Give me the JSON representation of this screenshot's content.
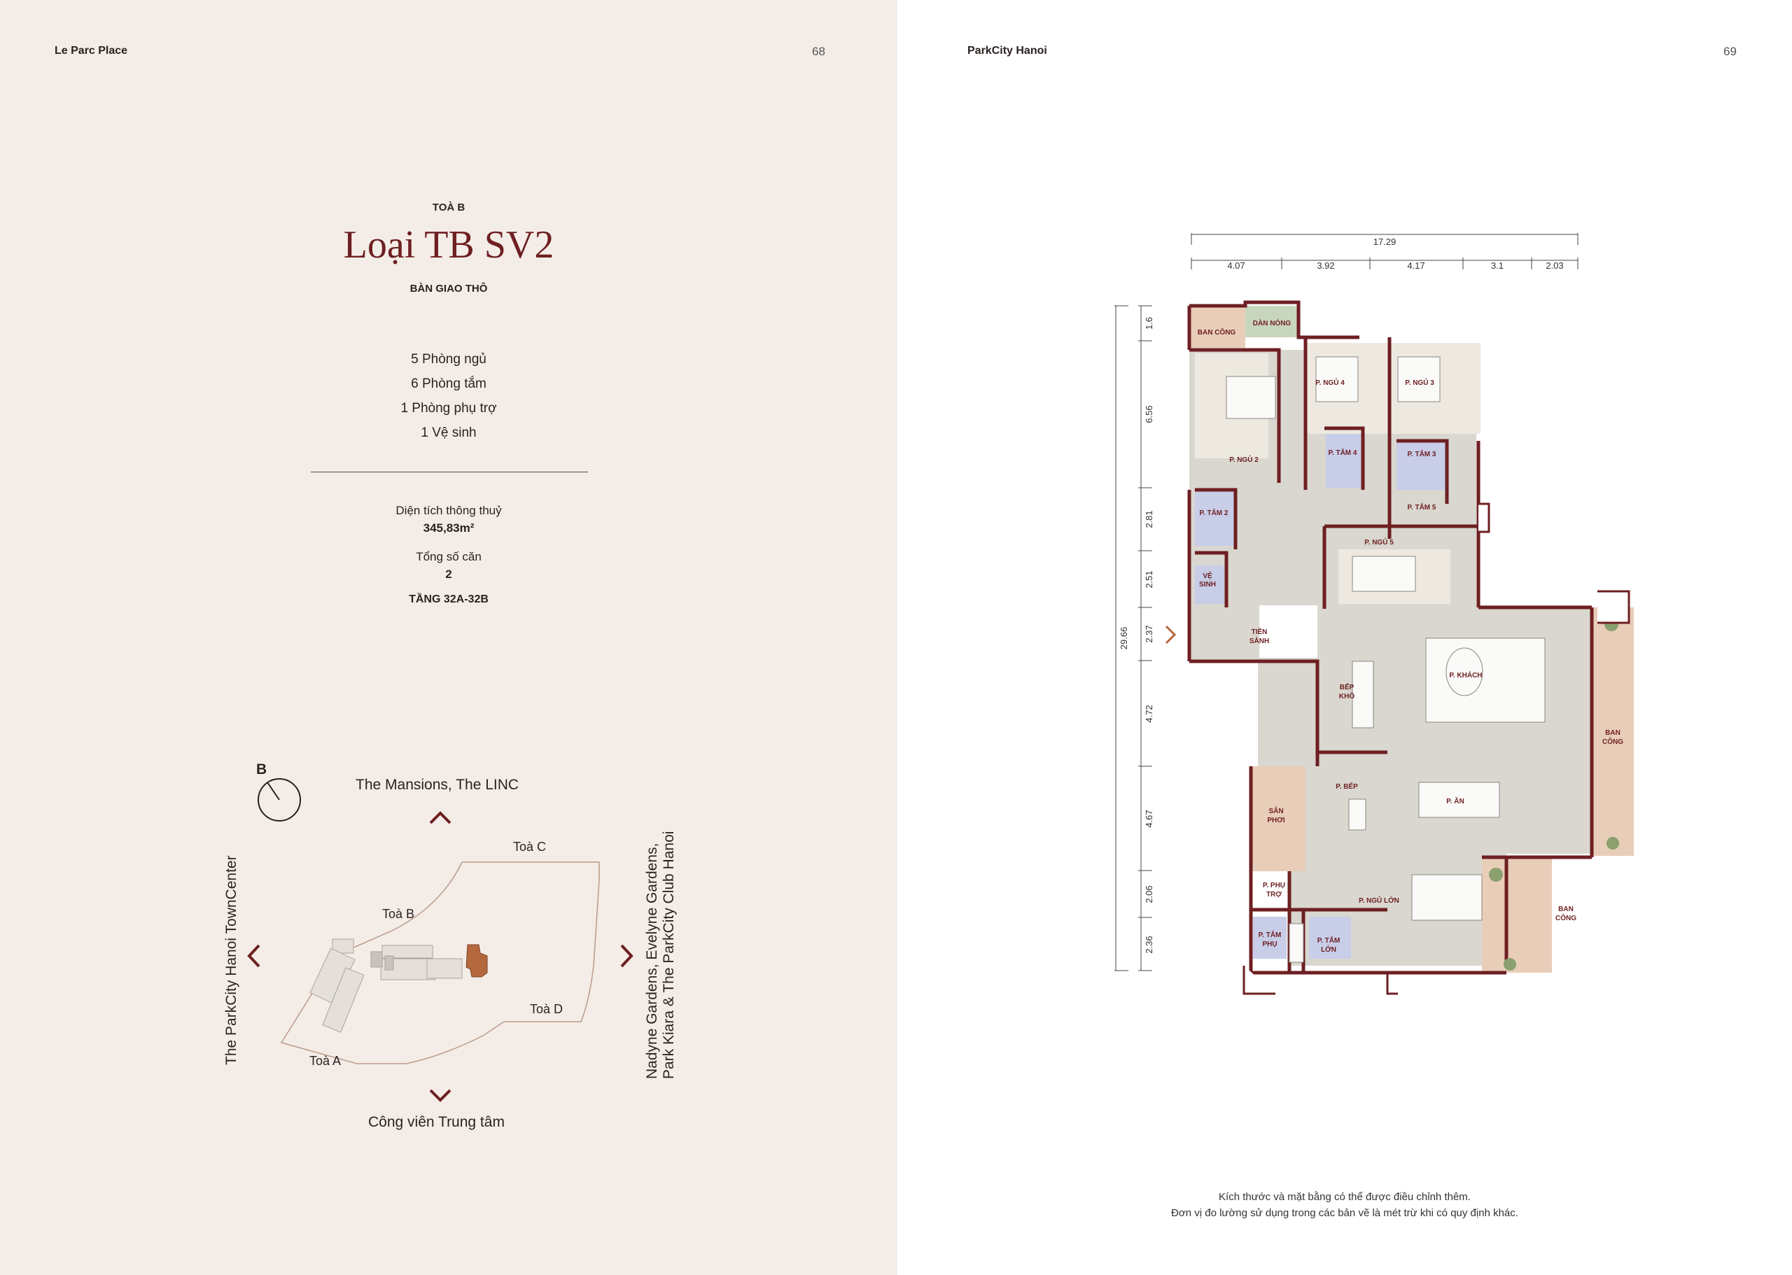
{
  "left_page": {
    "header": "Le Parc Place",
    "page_number": "68",
    "building": "TOÀ B",
    "unit_title": "Loại TB SV2",
    "handover": "BÀN GIAO THÔ",
    "features": [
      "5 Phòng ngủ",
      "6 Phòng tắm",
      "1 Phòng phụ trợ",
      "1 Vệ sinh"
    ],
    "area_label": "Diện tích thông thuỷ",
    "area_value": "345,83m²",
    "units_label": "Tổng số căn",
    "units_value": "2",
    "floors": "TẦNG 32A-32B",
    "site_plan": {
      "compass_label": "B",
      "north": "The Mansions, The LINC",
      "south": "Công viên Trung tâm",
      "west": "The ParkCity Hanoi TownCenter",
      "east_line1": "Nadyne Gardens, Evelyne Gardens,",
      "east_line2": "Park Kiara & The ParkCity Club Hanoi",
      "tower_a": "Toà A",
      "tower_b": "Toà B",
      "tower_c": "Toà C",
      "tower_d": "Toà D"
    }
  },
  "right_page": {
    "header": "ParkCity Hanoi",
    "page_number": "69",
    "dims_total_width": "17.29",
    "dims_top": [
      "4.07",
      "3.92",
      "4.17",
      "3.1",
      "2.03"
    ],
    "dims_total_height": "29.66",
    "dims_side": [
      "1.6",
      "6.56",
      "2.81",
      "2.51",
      "2.37",
      "4.72",
      "4.67",
      "2.06",
      "2.36"
    ],
    "rooms": {
      "ban_cong_1": "BAN CÔNG",
      "dan_nong": "DÀN NÓNG",
      "p_ngu_4": "P. NGỦ 4",
      "p_ngu_3": "P. NGỦ 3",
      "p_ngu_2": "P. NGỦ 2",
      "p_tam_4": "P. TẮM 4",
      "p_tam_3": "P. TẮM 3",
      "p_tam_5": "P. TẮM 5",
      "p_tam_2": "P. TẮM 2",
      "p_ngu_5": "P. NGỦ 5",
      "ve_sinh_1": "VỆ",
      "ve_sinh_2": "SINH",
      "tien_sanh_1": "TIỀN",
      "tien_sanh_2": "SẢNH",
      "bep_kho_1": "BẾP",
      "bep_kho_2": "KHÔ",
      "p_khach": "P. KHÁCH",
      "ban_cong_2a": "BAN",
      "ban_cong_2b": "CÔNG",
      "p_bep": "P. BẾP",
      "san_phoi_1": "SÂN",
      "san_phoi_2": "PHƠI",
      "p_an": "P. ĂN",
      "p_phu_tro_1": "P. PHỤ",
      "p_phu_tro_2": "TRỢ",
      "p_ngu_lon": "P. NGỦ LỚN",
      "ban_cong_3a": "BAN",
      "ban_cong_3b": "CÔNG",
      "p_tam_phu_1": "P. TẮM",
      "p_tam_phu_2": "PHỤ",
      "p_tam_lon_1": "P. TẮM",
      "p_tam_lon_2": "LỚN"
    },
    "note_line1": "Kích thước và mặt bằng có thể được điều chỉnh thêm.",
    "note_line2": "Đơn vị đo lường sử dụng trong các bản vẽ là mét trừ khi có quy định khác."
  },
  "colors": {
    "maroon": "#6e1f22",
    "left_bg": "#f4ede7",
    "floor_grey": "#d9d7cf",
    "bath_blue": "#c8cde8",
    "balcony_tan": "#e8cdb8",
    "green": "#c9d6be",
    "accent_brown": "#b5683e"
  }
}
